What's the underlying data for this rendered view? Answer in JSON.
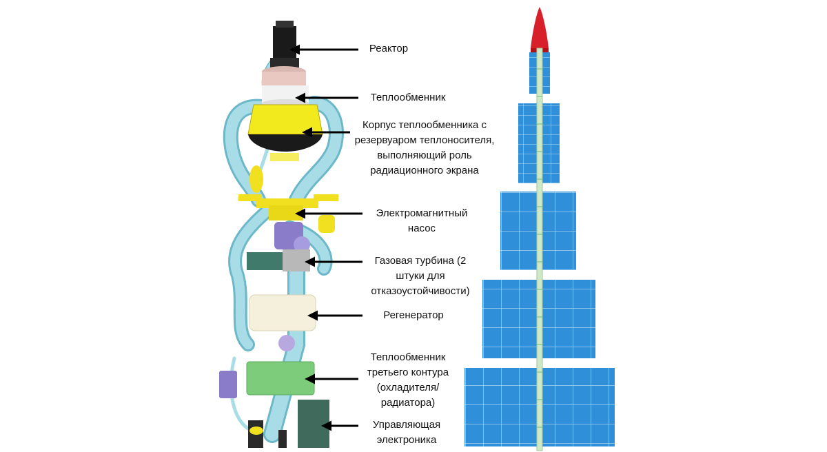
{
  "labels": {
    "reactor": "Реактор",
    "heat_exchanger": "Теплообменник",
    "hx_housing": [
      "Корпус теплообменника с",
      "резервуаром теплоносителя,",
      "выполняющий роль",
      "радиационного экрана"
    ],
    "em_pump": [
      "Электромагнитный",
      "насос"
    ],
    "gas_turbine": [
      "Газовая турбина (2",
      "штуки для",
      "отказоустойчивости)"
    ],
    "regenerator": "Регенератор",
    "third_loop_hx": [
      "Теплообменник",
      "третьего контура",
      "(охладителя/",
      "радиатора)"
    ],
    "control_electronics": [
      "Управляющая",
      "электроника"
    ]
  },
  "colors": {
    "pipe": "#a8dde8",
    "pipe_edge": "#6cb8c8",
    "housing_yellow": "#f2ea1c",
    "reactor_black": "#1a1a1a",
    "pump_yellow": "#f0e020",
    "pump_purple": "#8a7cc8",
    "turbine_green": "#3f7a6a",
    "turbine_gray": "#b8b8b8",
    "regenerator_cream": "#f4f0dc",
    "hx3_green": "#7ccc7c",
    "electronics_green": "#3f6a5c",
    "radiator_blue": "#2f8fd8",
    "radiator_grid": "#bfe2f5",
    "nose_red": "#d8202a",
    "spine_green": "#cfe8c8"
  }
}
